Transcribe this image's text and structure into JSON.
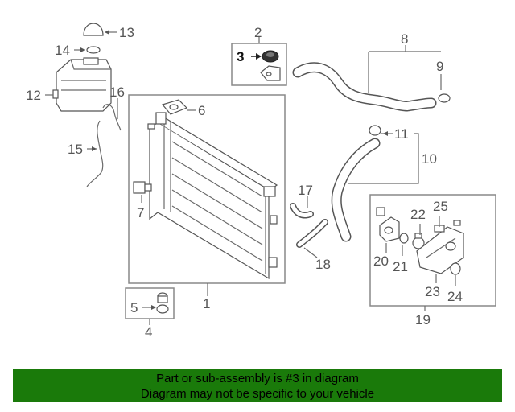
{
  "callouts": {
    "c1": "1",
    "c2": "2",
    "c3": "3",
    "c4": "4",
    "c5": "5",
    "c6": "6",
    "c7": "7",
    "c8": "8",
    "c9": "9",
    "c10": "10",
    "c11": "11",
    "c12": "12",
    "c13": "13",
    "c14": "14",
    "c15": "15",
    "c16": "16",
    "c17": "17",
    "c18": "18",
    "c19": "19",
    "c20": "20",
    "c21": "21",
    "c22": "22",
    "c23": "23",
    "c24": "24",
    "c25": "25"
  },
  "highlight_callout": "3",
  "banner": {
    "line1": "Part or sub-assembly is #3 in diagram",
    "line2": "Diagram may not be specific to your vehicle",
    "color": "#1a7a0a"
  }
}
